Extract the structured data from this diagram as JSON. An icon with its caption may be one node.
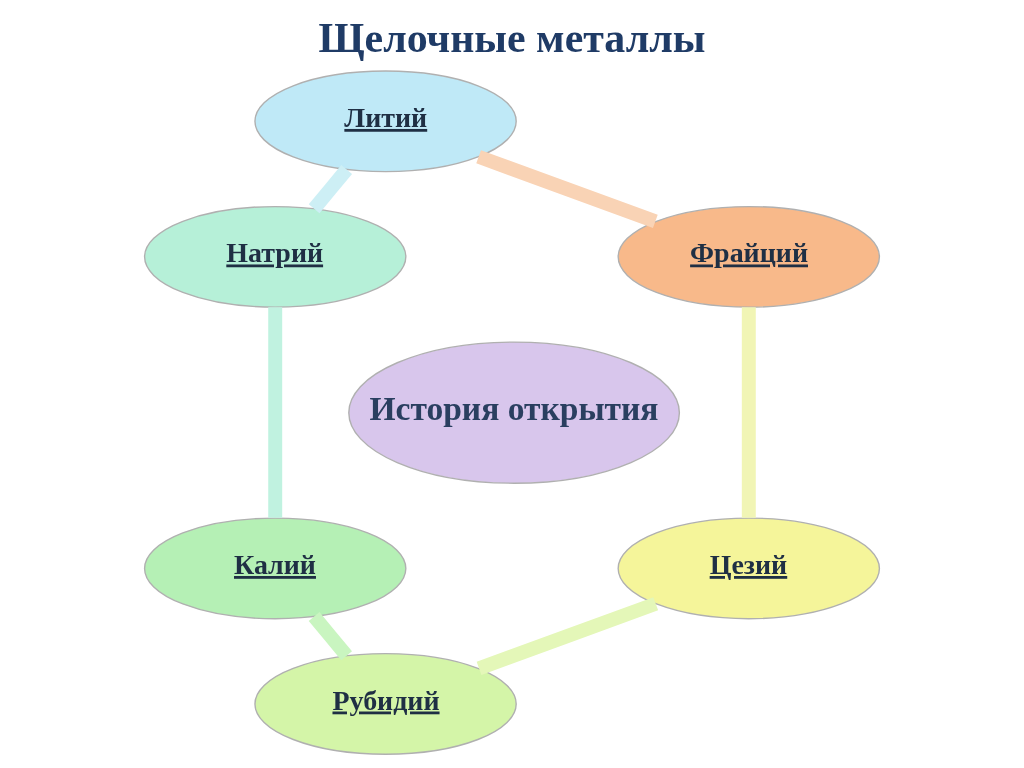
{
  "diagram": {
    "title": "Щелочные металлы",
    "nodes": [
      {
        "text": [
          "Литий"
        ]
      },
      {
        "text": [
          "Натрий"
        ]
      },
      {
        "text": [
          "Калий"
        ]
      },
      {
        "text": [
          "Рубидий"
        ]
      },
      {
        "text": [
          "Цезий"
        ]
      },
      {
        "text": [
          "Фрайций"
        ]
      },
      {
        "text": [
          "История открытия"
        ]
      }
    ],
    "edges": [
      {
        "from": 0,
        "to": 1,
        "arrow": "none",
        "color": "#cdeff5"
      },
      {
        "from": 1,
        "to": 2,
        "arrow": "none",
        "color": "#c0f2e0"
      },
      {
        "from": 2,
        "to": 3,
        "arrow": "none",
        "color": "#c9f5c0"
      },
      {
        "from": 3,
        "to": 4,
        "arrow": "none",
        "color": "#e4f7b8"
      },
      {
        "from": 4,
        "to": 5,
        "arrow": "none",
        "color": "#f1f5b5"
      },
      {
        "from": 5,
        "to": 0,
        "arrow": "none",
        "color": "#f9d3b5"
      }
    ]
  }
}
